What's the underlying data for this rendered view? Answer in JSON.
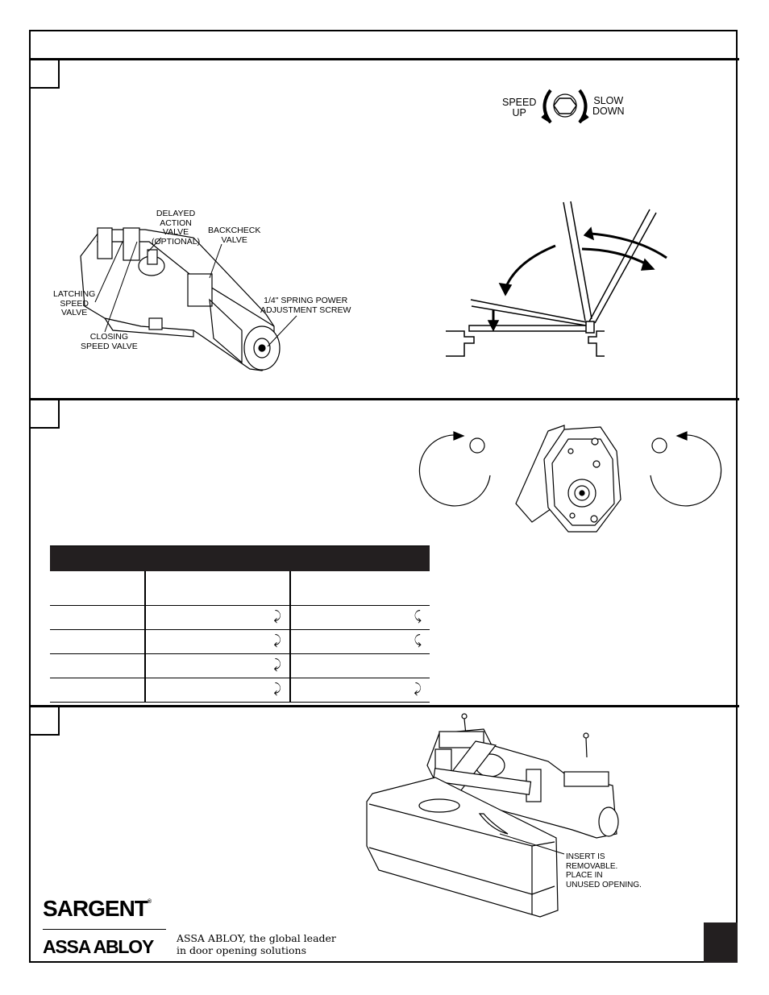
{
  "section1": {
    "valve_labels": {
      "delayed_action": [
        "DELAYED",
        "ACTION",
        "VALVE",
        "(OPTIONAL)"
      ],
      "backcheck": [
        "BACKCHECK",
        "VALVE"
      ],
      "latching_speed": [
        "LATCHING",
        "SPEED",
        "VALVE"
      ],
      "closing_speed": [
        "CLOSING",
        "SPEED VALVE"
      ],
      "spring_power": [
        "1/4\" SPRING POWER",
        "ADJUSTMENT SCREW"
      ]
    },
    "rotation_labels": {
      "speed_up": [
        "SPEED",
        "UP"
      ],
      "slow_down": [
        "SLOW",
        "DOWN"
      ]
    }
  },
  "section2": {
    "table_arrows": {
      "row1_col2": "⤸",
      "row1_col3": "⤹",
      "row2_col2": "⤸",
      "row2_col3": "⤹",
      "row3_col2": "⤸",
      "row4_col2": "⤸",
      "row4_col3": "⤸"
    }
  },
  "section3": {
    "insert_note": [
      "INSERT IS",
      "REMOVABLE.",
      "PLACE IN",
      "UNUSED OPENING."
    ]
  },
  "footer": {
    "brand": "SARGENT",
    "brand_mark": "®",
    "parent_brand": "ASSA ABLOY",
    "tagline": [
      "ASSA ABLOY, the global leader",
      "in door opening solutions"
    ]
  }
}
